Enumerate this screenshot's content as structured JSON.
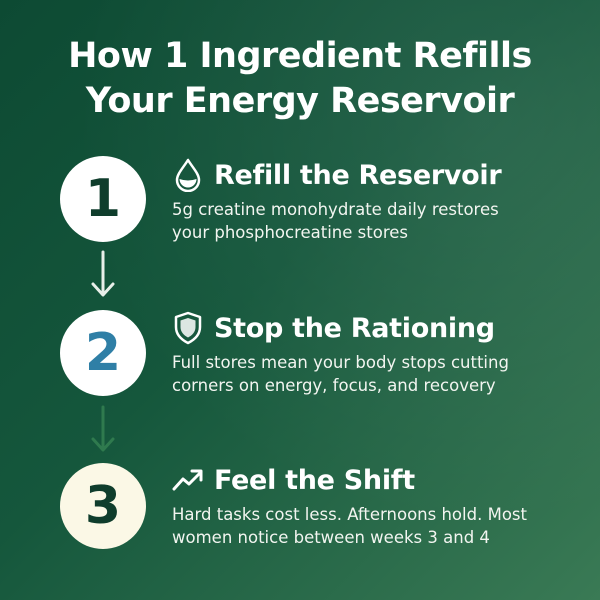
{
  "colors": {
    "background_dark": "#0d4a33",
    "background_light": "#3a7a55",
    "circle_fill": "#ffffff",
    "circle_fill_last": "#fbf8e6",
    "number_dark": "#0f3d2c",
    "number_blue": "#2f7fa6",
    "text": "#ffffff"
  },
  "title": {
    "line1": "How 1 Ingredient Refills",
    "line2": "Your Energy Reservoir"
  },
  "steps": [
    {
      "number": "1",
      "icon": "water-drop-icon",
      "title": "Refill the Reservoir",
      "desc_line1": "5g creatine monohydrate daily restores",
      "desc_line2": "your phosphocreatine stores"
    },
    {
      "number": "2",
      "icon": "shield-icon",
      "title": "Stop the Rationing",
      "desc_line1": "Full stores mean your body stops cutting",
      "desc_line2": "corners on energy, focus, and recovery"
    },
    {
      "number": "3",
      "icon": "trending-up-icon",
      "title": "Feel the Shift",
      "desc_line1": "Hard tasks cost less. Afternoons hold. Most",
      "desc_line2": "women notice between weeks 3 and 4"
    }
  ]
}
